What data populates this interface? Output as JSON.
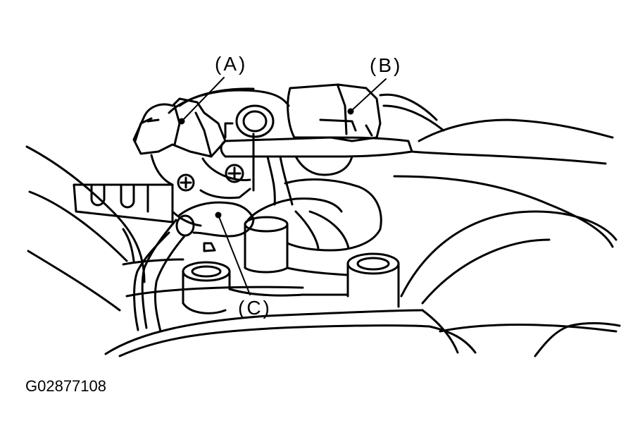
{
  "figure": {
    "id_label": "G02877108"
  },
  "callouts": {
    "a": "(A)",
    "b": "(B)",
    "c": "(C)"
  },
  "colors": {
    "line": "#000000",
    "background": "#ffffff"
  }
}
